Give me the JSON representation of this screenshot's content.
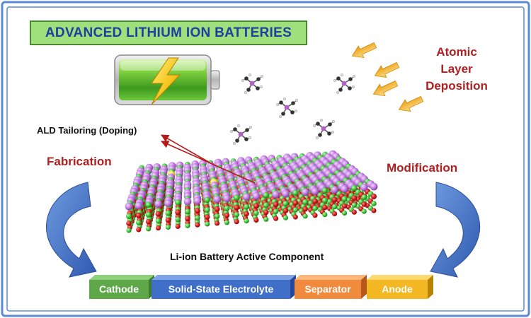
{
  "title": "ADVANCED LITHIUM ION BATTERIES",
  "labels": {
    "ald": "Atomic Layer Deposition",
    "fabrication": "Fabrication",
    "modification": "Modification",
    "doping": "ALD Tailoring (Doping)",
    "component": "Li-ion Battery Active Component"
  },
  "components": [
    {
      "name": "Cathode",
      "color": "#5fa84a"
    },
    {
      "name": "Solid-State Electrolyte",
      "color": "#3f6fc8"
    },
    {
      "name": "Separator",
      "color": "#f08a3c"
    },
    {
      "name": "Anode",
      "color": "#f4b824"
    }
  ],
  "icons": [
    "battery-icon",
    "lightning-bolt-icon",
    "precursor-molecule-icon",
    "incoming-arrow-icon",
    "curved-arrow-icon"
  ],
  "colors": {
    "title_text": "#1f3fa0",
    "title_banner": "#9fe07c",
    "accent_red": "#b02020",
    "arrow_blue": "#3f6fc0",
    "arrow_gold": "#f4b32a",
    "lattice_purple": "#c27ae0",
    "lattice_red": "#d41a1a",
    "lattice_green": "#3fc43a",
    "dopant_yellow": "#f2e040"
  }
}
